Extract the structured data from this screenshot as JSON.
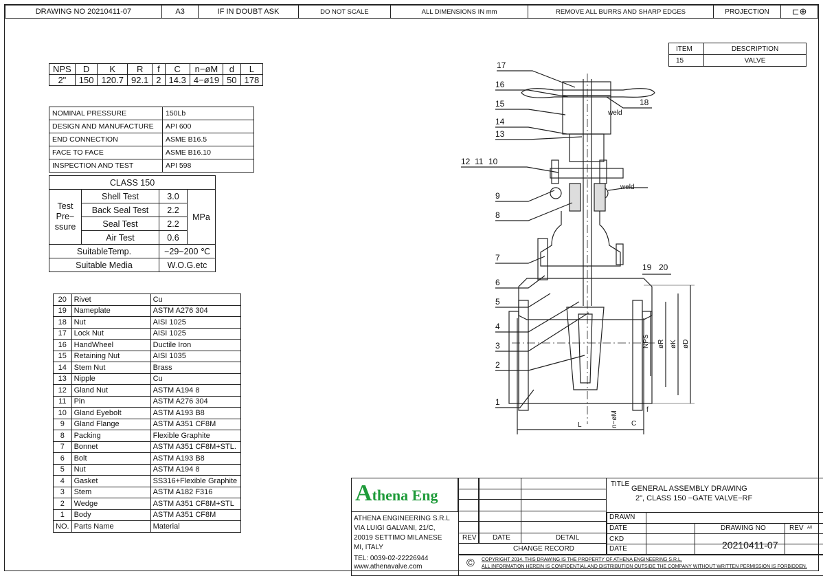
{
  "header": {
    "drawing_no": "DRAWING NO 20210411-07",
    "size": "A3",
    "doubt": "IF IN DOUBT ASK",
    "scale": "DO NOT SCALE",
    "dims": "ALL DIMENSIONS IN mm",
    "burrs": "REMOVE ALL BURRS AND SHARP EDGES",
    "projection": "PROJECTION"
  },
  "dim_table": {
    "headers": [
      "NPS",
      "D",
      "K",
      "R",
      "f",
      "C",
      "n−øM",
      "d",
      "L"
    ],
    "values": [
      "2\"",
      "150",
      "120.7",
      "92.1",
      "2",
      "14.3",
      "4−ø19",
      "50",
      "178"
    ]
  },
  "spec_table": [
    {
      "label": "NOMINAL PRESSURE",
      "value": "150Lb"
    },
    {
      "label": "DESIGN AND MANUFACTURE",
      "value": "API 600"
    },
    {
      "label": "END CONNECTION",
      "value": "ASME B16.5"
    },
    {
      "label": "FACE TO FACE",
      "value": "ASME B16.10"
    },
    {
      "label": "INSPECTION AND TEST",
      "value": "API 598"
    }
  ],
  "pressure_table": {
    "title": "CLASS 150",
    "group": "Test Pre− ssure",
    "rows": [
      {
        "name": "Shell Test",
        "value": "3.0"
      },
      {
        "name": "Back Seal Test",
        "value": "2.2"
      },
      {
        "name": "Seal Test",
        "value": "2.2"
      },
      {
        "name": "Air Test",
        "value": "0.6"
      }
    ],
    "unit": "MPa",
    "temp_label": "SuitableTemp.",
    "temp_value": "−29~200 ℃",
    "media_label": "Suitable Media",
    "media_value": "W.O.G.etc"
  },
  "item_table": {
    "headers": [
      "ITEM",
      "DESCRIPTION"
    ],
    "row": [
      "15",
      "VALVE"
    ]
  },
  "parts": [
    {
      "no": "20",
      "name": "Rivet",
      "material": "Cu"
    },
    {
      "no": "19",
      "name": "Nameplate",
      "material": "ASTM A276 304"
    },
    {
      "no": "18",
      "name": "Nut",
      "material": "AISI 1025"
    },
    {
      "no": "17",
      "name": "Lock Nut",
      "material": "AISI 1025"
    },
    {
      "no": "16",
      "name": "HandWheel",
      "material": "Ductile Iron"
    },
    {
      "no": "15",
      "name": "Retaining Nut",
      "material": "AISI 1035"
    },
    {
      "no": "14",
      "name": "Stem Nut",
      "material": "Brass"
    },
    {
      "no": "13",
      "name": "Nipple",
      "material": "Cu"
    },
    {
      "no": "12",
      "name": "Gland Nut",
      "material": "ASTM A194 8"
    },
    {
      "no": "11",
      "name": "Pin",
      "material": "ASTM A276 304"
    },
    {
      "no": "10",
      "name": "Gland Eyebolt",
      "material": "ASTM A193 B8"
    },
    {
      "no": "9",
      "name": "Gland Flange",
      "material": "ASTM A351 CF8M"
    },
    {
      "no": "8",
      "name": "Packing",
      "material": "Flexible Graphite"
    },
    {
      "no": "7",
      "name": "Bonnet",
      "material": "ASTM A351 CF8M+STL."
    },
    {
      "no": "6",
      "name": "Bolt",
      "material": "ASTM A193 B8"
    },
    {
      "no": "5",
      "name": "Nut",
      "material": "ASTM A194 8"
    },
    {
      "no": "4",
      "name": "Gasket",
      "material": "SS316+Flexible Graphite"
    },
    {
      "no": "3",
      "name": "Stem",
      "material": "ASTM A182 F316"
    },
    {
      "no": "2",
      "name": "Wedge",
      "material": "ASTM A351 CF8M+STL"
    },
    {
      "no": "1",
      "name": "Body",
      "material": "ASTM A351 CF8M"
    },
    {
      "no": "NO.",
      "name": "Parts Name",
      "material": "Material"
    }
  ],
  "title_block": {
    "logo_a": "A",
    "logo_rest": "thena Eng",
    "company": "ATHENA ENGINEERING S.R.L",
    "addr1": "VIA LUIGI GALVANI, 21/C,",
    "addr2": "20019 SETTIMO MILANESE",
    "addr3": "MI, ITALY",
    "tel": "TEL: 0039-02-22226944",
    "web": "www.athenavalve.com",
    "rev": "REV",
    "date": "DATE",
    "detail": "DETAIL",
    "change_record": "CHANGE RECORD",
    "title_label": "TITLE",
    "title1": "GENERAL ASSEMBLY DRAWING",
    "title2": "2\", CLASS 150 −GATE VALVE−RF",
    "drawn": "DRAWN",
    "date2": "DATE",
    "ckd": "CKD",
    "date3": "DATE",
    "drawing_no_label": "DRAWING NO",
    "rev_label": "REV",
    "rev_value": "A0",
    "drawing_no": "20210411-07",
    "copyright_symbol": "©",
    "copy1": "COPYRIGHT 2014. THIS DRAWING IS THE PROPERTY OF ATHENA ENGINEERING S.R.L.",
    "copy2": "ALL INFORMATION HEREIN IS CONFIDENTIAL AND DISTRIBUTION OUTSIDE THE COMPANY WITHOUT WRITTEN PERMISSION IS FORBIDDEN."
  },
  "drawing": {
    "callouts": [
      "17",
      "16",
      "15",
      "14",
      "13",
      "12",
      "11",
      "10",
      "9",
      "8",
      "7",
      "6",
      "5",
      "4",
      "3",
      "2",
      "1",
      "18",
      "19",
      "20"
    ],
    "weld": "weld",
    "dim_labels": [
      "NPS",
      "øR",
      "øK",
      "øD",
      "L",
      "n−øM",
      "C",
      "f"
    ]
  }
}
